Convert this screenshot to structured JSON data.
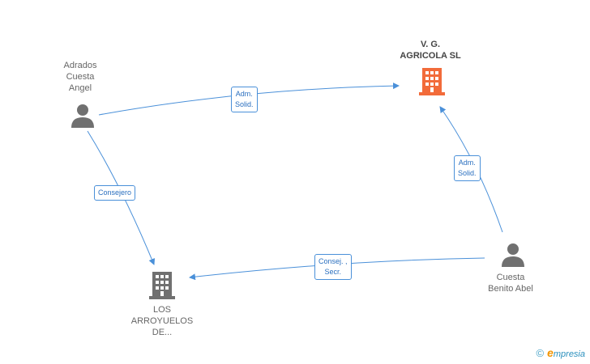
{
  "nodes": {
    "company_main": {
      "label": "V.  G.\nAGRICOLA SL",
      "color": "#f26b3a"
    },
    "company_other": {
      "label": "LOS\nARROYUELOS\nDE...",
      "color": "#707070"
    },
    "person_adrados": {
      "label": "Adrados\nCuesta\nAngel"
    },
    "person_cuesta": {
      "label": "Cuesta\nBenito Abel"
    }
  },
  "edges": {
    "adrados_to_main": "Adm.\nSolid.",
    "adrados_to_other": "Consejero",
    "cuesta_to_main": "Adm.\nSolid.",
    "cuesta_to_other": "Consej. ,\nSecr."
  },
  "colors": {
    "edge": "#4a90d9",
    "person": "#707070"
  },
  "brand": {
    "copyright": "©",
    "name": "mpresia",
    "initial": "e"
  }
}
